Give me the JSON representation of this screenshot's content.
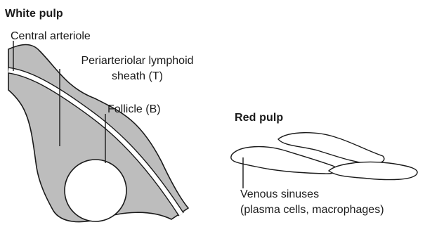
{
  "white_pulp": {
    "heading": "White pulp",
    "central_arteriole": "Central arteriole",
    "pals_line1": "Periarteriolar lymphoid",
    "pals_line2": "sheath (T)",
    "follicle": "Follicle (B)"
  },
  "red_pulp": {
    "heading": "Red pulp",
    "sinuses_line1": "Venous sinuses",
    "sinuses_line2": "(plasma cells, macrophages)"
  },
  "colors": {
    "tissue_fill": "#bdbdbd",
    "outline": "#1a1a1a",
    "background": "#ffffff"
  }
}
